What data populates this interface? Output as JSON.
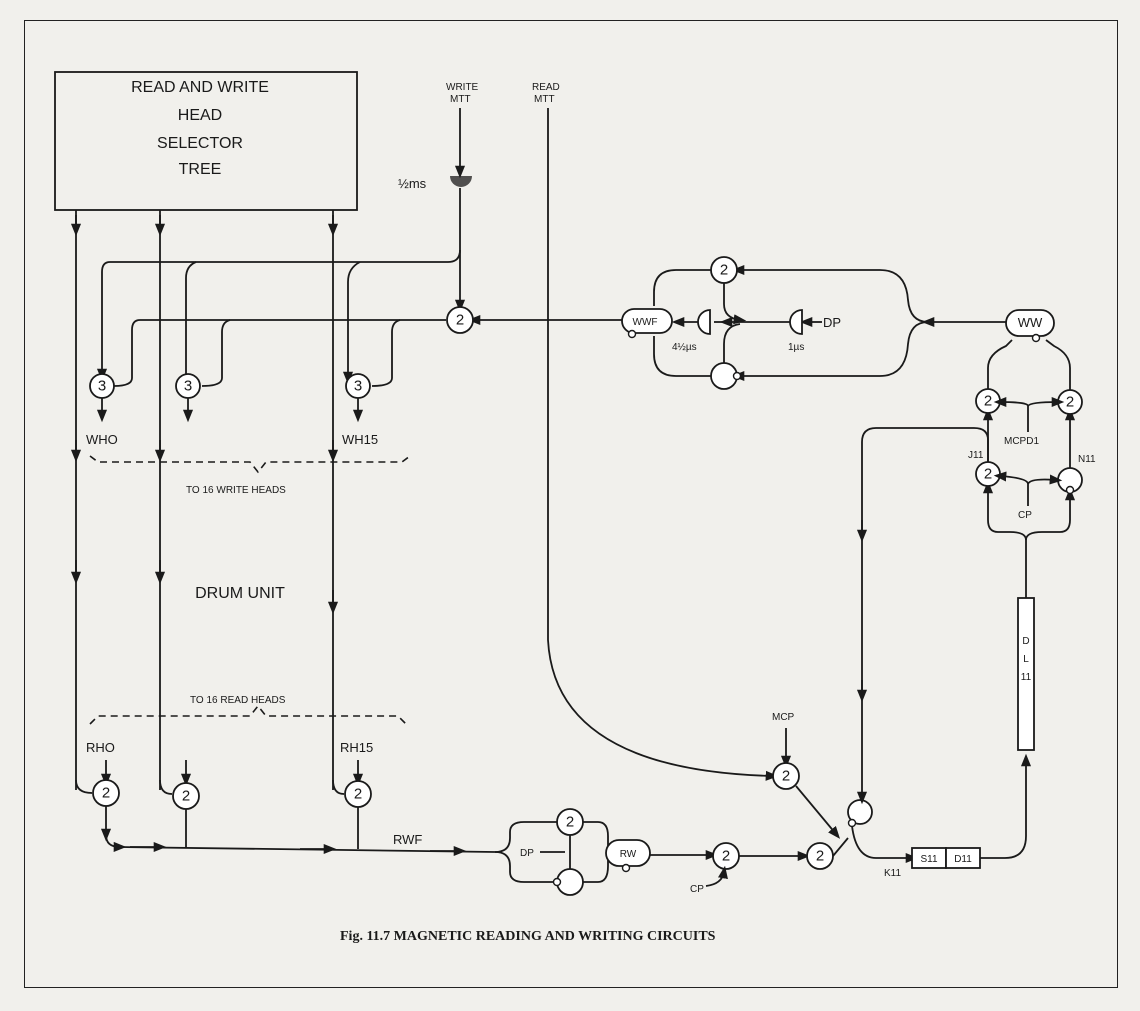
{
  "selector_tree": {
    "lines": [
      "READ AND WRITE",
      "HEAD",
      "SELECTOR",
      "TREE"
    ]
  },
  "inputs": {
    "write_mtt": [
      "WRITE",
      "MTT"
    ],
    "read_mtt": [
      "READ",
      "MTT"
    ]
  },
  "delays": {
    "half_ms": "½ms",
    "four_half_us": "4½µs",
    "one_us": "1µs"
  },
  "boxes": {
    "wwf": "WWF",
    "ww": "WW",
    "rw": "RW",
    "dl": [
      "D",
      "L",
      "11"
    ],
    "s11": "S11",
    "d11": "D11"
  },
  "labels": {
    "dp_top": "DP",
    "who": "WHO",
    "wh15": "WH15",
    "to_write": "TO 16 WRITE HEADS",
    "drum_unit": "DRUM UNIT",
    "to_read": "TO 16 READ HEADS",
    "rho": "RHO",
    "rh15": "RH15",
    "rwf": "RWF",
    "dp_bottom": "DP",
    "cp_bottom": "CP",
    "mcp": "MCP",
    "k11": "K11",
    "j11": "J11",
    "n11": "N11",
    "mcpd1": "MCPD1",
    "cp_right": "CP"
  },
  "gates": {
    "g2_main": "2",
    "g2_top": "2",
    "g3_a": "3",
    "g3_b": "3",
    "g3_c": "3",
    "g2_rho": "2",
    "g2_mid": "2",
    "g2_rh15": "2",
    "g2_rw_top": "2",
    "g2_cp": "2",
    "g2_mcp": "2",
    "g2_k": "2",
    "g2_ww_l": "2",
    "g2_ww_r": "2",
    "g2_j11": "2"
  },
  "caption": "Fig. 11.7   MAGNETIC READING AND WRITING CIRCUITS"
}
